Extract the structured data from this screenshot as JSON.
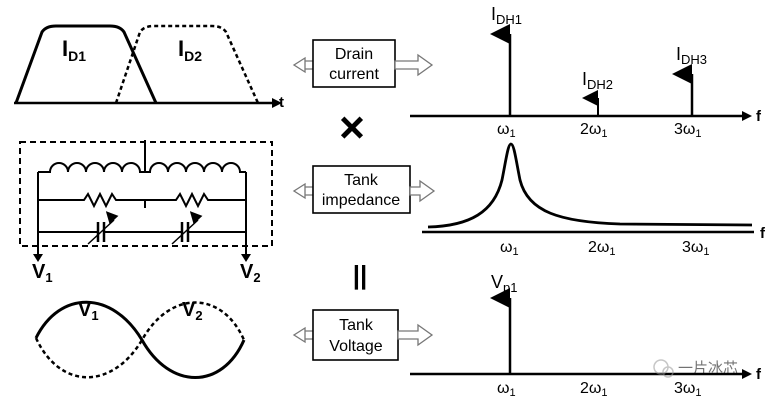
{
  "drain": {
    "id1": "I",
    "id1_sub": "D1",
    "id2": "I",
    "id2_sub": "D2",
    "t_axis": "t",
    "box_line1": "Drain",
    "box_line2": "current"
  },
  "spectrum1": {
    "h1": "I",
    "h1_sub": "DH1",
    "h2": "I",
    "h2_sub": "DH2",
    "h3": "I",
    "h3_sub": "DH3",
    "f_axis": "f",
    "x1": "ω",
    "x1_sub": "1",
    "x2": "2ω",
    "x2_sub": "1",
    "x3": "3ω",
    "x3_sub": "1"
  },
  "multiply_symbol": "✕",
  "equals_symbol": "||",
  "tank": {
    "box_line1": "Tank",
    "box_line2": "impedance",
    "v1": "V",
    "v1_sub": "1",
    "v2": "V",
    "v2_sub": "2"
  },
  "spectrum2": {
    "f_axis": "f",
    "x1": "ω",
    "x1_sub": "1",
    "x2": "2ω",
    "x2_sub": "1",
    "x3": "3ω",
    "x3_sub": "1"
  },
  "voltage": {
    "box_line1": "Tank",
    "box_line2": "Voltage",
    "v1": "V",
    "v1_sub": "1",
    "v2": "V",
    "v2_sub": "2"
  },
  "spectrum3": {
    "vp": "V",
    "vp_sub": "p1",
    "f_axis": "f",
    "x1": "ω",
    "x1_sub": "1",
    "x2": "2ω",
    "x2_sub": "1",
    "x3": "3ω",
    "x3_sub": "1"
  },
  "watermark": "一片冰芯"
}
